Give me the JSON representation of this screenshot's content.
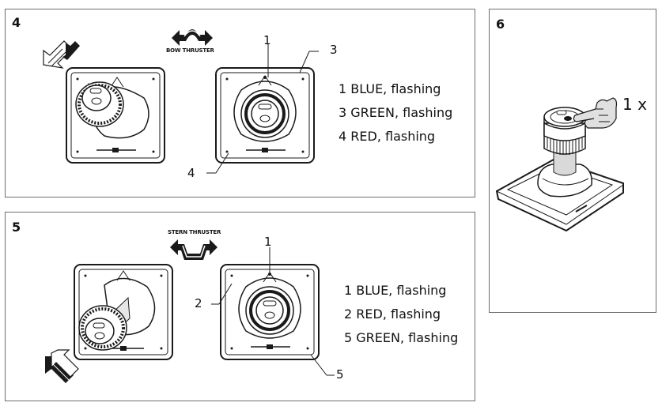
{
  "panels": {
    "p4": {
      "number": "4",
      "arrow_label": "BOW THRUSTER",
      "callouts": [
        "1",
        "3",
        "4"
      ],
      "legend": [
        "1  BLUE, flashing",
        "3  GREEN, flashing",
        "4  RED, flashing"
      ]
    },
    "p5": {
      "number": "5",
      "arrow_label": "STERN THRUSTER",
      "callouts": [
        "1",
        "2",
        "5"
      ],
      "legend": [
        "1  BLUE, flashing",
        "2  RED, flashing",
        "5  GREEN, flashing"
      ]
    },
    "p6": {
      "number": "6",
      "press_label": "1 x"
    }
  },
  "colors": {
    "line": "#1a1a1a",
    "frame": "#6d6d6d",
    "shade": "#d9d9d9"
  },
  "icons": [
    "tilt-arrow-icon",
    "bow-thruster-arrow-icon",
    "stern-thruster-arrow-icon",
    "pointing-hand-icon"
  ]
}
